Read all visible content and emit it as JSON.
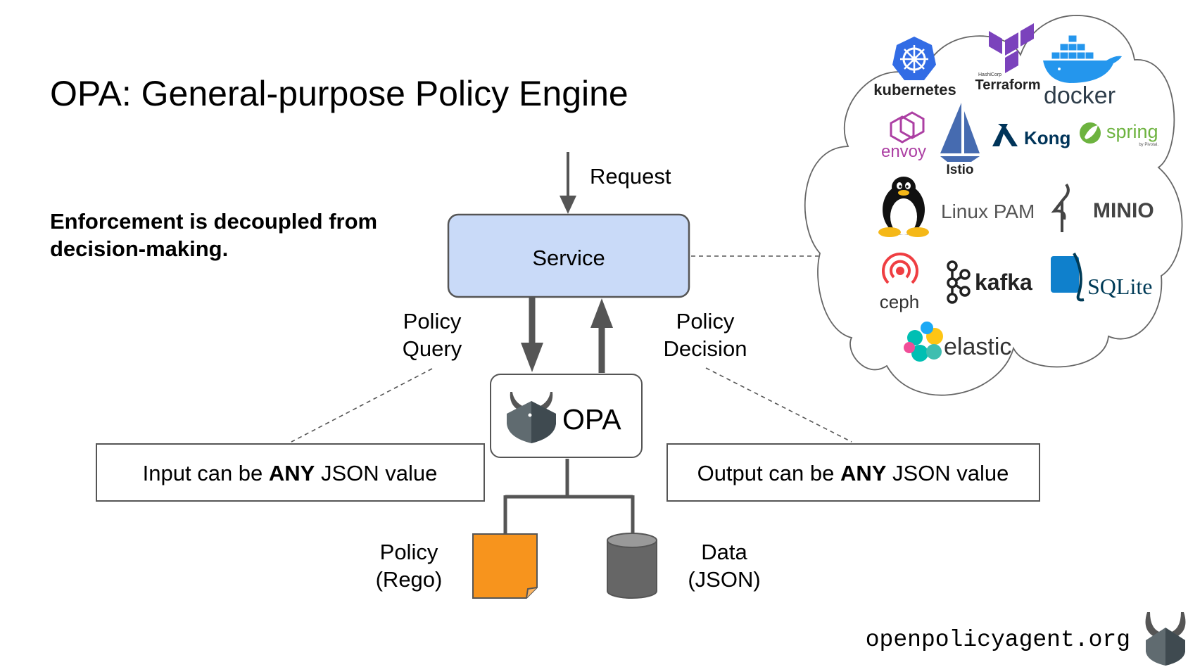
{
  "title": "OPA: General-purpose Policy Engine",
  "subtitle": {
    "line1": "Enforcement is decoupled from",
    "line2": "decision-making."
  },
  "flow": {
    "request": "Request",
    "service": "Service",
    "query_line1": "Policy",
    "query_line2": "Query",
    "decision_line1": "Policy",
    "decision_line2": "Decision",
    "opa": "OPA"
  },
  "input_box": {
    "prefix": "Input can be ",
    "bold": "ANY",
    "suffix": " JSON value"
  },
  "output_box": {
    "prefix": "Output can be ",
    "bold": "ANY",
    "suffix": " JSON value"
  },
  "policy_label": {
    "line1": "Policy",
    "line2": "(Rego)"
  },
  "data_label": {
    "line1": "Data",
    "line2": "(JSON)"
  },
  "footer": "openpolicyagent.org",
  "logos": {
    "kubernetes": "kubernetes",
    "terraform_small": "HashiCorp",
    "terraform": "Terraform",
    "docker": "docker",
    "envoy": "envoy",
    "istio": "Istio",
    "kong": "Kong",
    "spring": "spring",
    "spring_small": "by Pivotal.",
    "linux_pam": "Linux PAM",
    "minio": "MINIO",
    "ceph": "ceph",
    "kafka": "kafka",
    "sqlite": "SQLite",
    "elastic": "elastic"
  },
  "colors": {
    "service_fill": "#c9daf8",
    "arrow": "#555555",
    "policy_doc": "#f7941d",
    "data_cylinder": "#666666",
    "kubernetes": "#326ce5",
    "terraform": "#7b42bc",
    "docker": "#2496ed",
    "envoy": "#ac3fa3",
    "istio": "#466bb0",
    "kong": "#003459",
    "spring": "#6db33f",
    "ceph": "#ef3e42",
    "sqlite": "#0f80cc"
  }
}
